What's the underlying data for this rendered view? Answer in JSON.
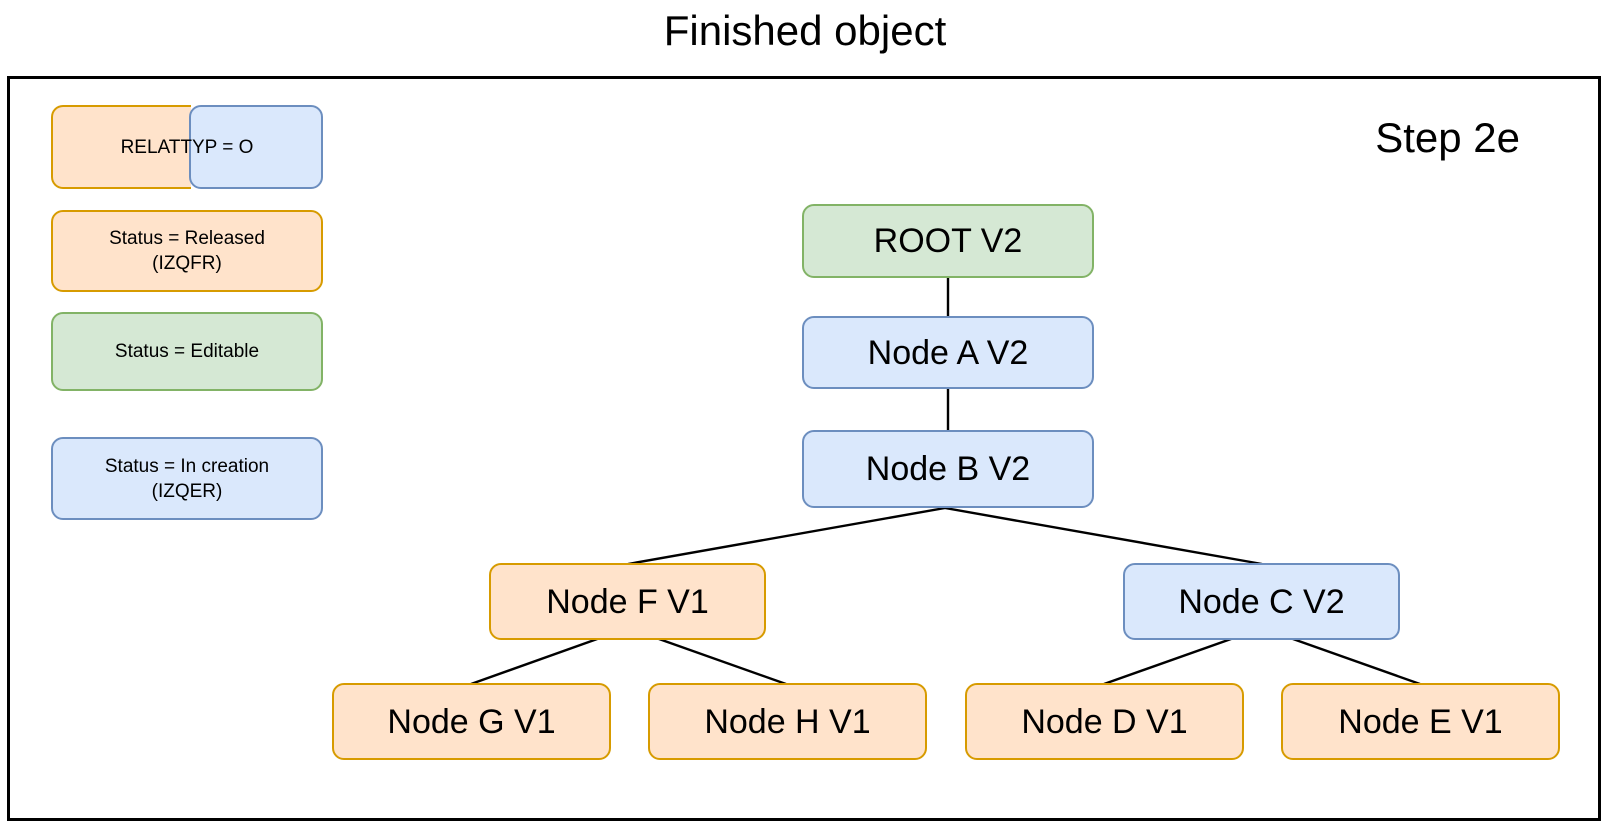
{
  "title": "Finished object",
  "step_label": "Step 2e",
  "colors": {
    "orange_fill": "#ffe3cb",
    "orange_border": "#d79b00",
    "blue_fill": "#dae8fc",
    "blue_border": "#6c8ebf",
    "green_fill": "#d5e8d4",
    "green_border": "#82b366",
    "frame_border": "#000000",
    "connector": "#000000",
    "text": "#000000"
  },
  "legend": {
    "items": [
      {
        "label": "RELATTYP = O",
        "style": "split-orange-blue"
      },
      {
        "label": "Status = Released\n(IZQFR)",
        "style": "orange"
      },
      {
        "label": "Status = Editable",
        "style": "green"
      },
      {
        "label": "Status = In creation\n(IZQER)",
        "style": "blue"
      }
    ]
  },
  "tree": {
    "nodes": [
      {
        "id": "root",
        "label": "ROOT V2",
        "style": "green"
      },
      {
        "id": "node_a",
        "label": "Node A V2",
        "style": "blue"
      },
      {
        "id": "node_b",
        "label": "Node B V2",
        "style": "blue"
      },
      {
        "id": "node_f",
        "label": "Node F V1",
        "style": "orange"
      },
      {
        "id": "node_c",
        "label": "Node C V2",
        "style": "blue"
      },
      {
        "id": "node_g",
        "label": "Node G V1",
        "style": "orange"
      },
      {
        "id": "node_h",
        "label": "Node H V1",
        "style": "orange"
      },
      {
        "id": "node_d",
        "label": "Node D V1",
        "style": "orange"
      },
      {
        "id": "node_e",
        "label": "Node E V1",
        "style": "orange"
      }
    ],
    "edges": [
      {
        "from": "root",
        "to": "node_a"
      },
      {
        "from": "node_a",
        "to": "node_b"
      },
      {
        "from": "node_b",
        "to": "node_f"
      },
      {
        "from": "node_b",
        "to": "node_c"
      },
      {
        "from": "node_f",
        "to": "node_g"
      },
      {
        "from": "node_f",
        "to": "node_h"
      },
      {
        "from": "node_c",
        "to": "node_d"
      },
      {
        "from": "node_c",
        "to": "node_e"
      }
    ]
  }
}
